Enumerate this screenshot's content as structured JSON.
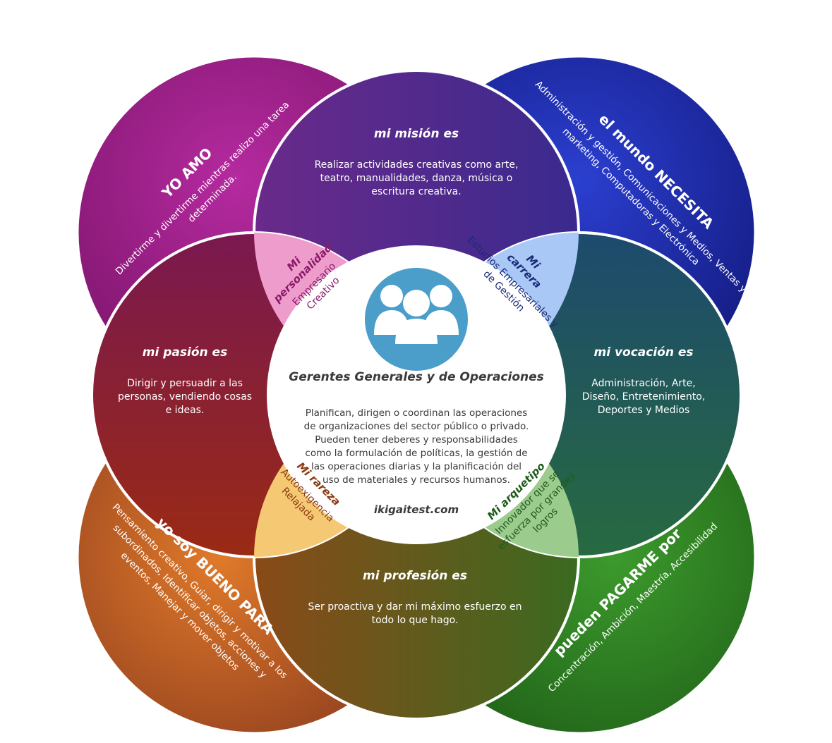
{
  "center": {
    "title": "Gerentes Generales y de Operaciones",
    "description": [
      "Planifican, dirigen o coordinan las operaciones",
      "de organizaciones del sector público o privado.",
      "Pueden tener deberes y responsabilidades",
      "como la formulación de políticas, la gestión de",
      "las operaciones diarias y la planificación del",
      "uso de materiales y recursos humanos."
    ],
    "site": "ikigaitest.com",
    "icon": "people-group-icon"
  },
  "circles": {
    "love": {
      "title": "YO AMO",
      "text": [
        "Divertirme y divertirme mientras realizo una tarea",
        "determinada."
      ],
      "color": "#9a1f8a"
    },
    "world": {
      "title": "el mundo NECESITA",
      "text": [
        "Administración y gestión, Comunicaciones y Medios, Ventas y",
        "marketing, Computadoras y Electrónica"
      ],
      "color": "#2a2db5"
    },
    "good": {
      "title": "yo soy BUENO PARA",
      "text": [
        "Pensamiento creativo, Guiar, dirigir y motivar a los",
        "subordinados, Identificar objetos, acciones y",
        "eventos, Manejar y mover objetos"
      ],
      "color": "#c85a22"
    },
    "paid": {
      "title": "pueden PAGARME por",
      "text": [
        "Concentración, Ambición, Maestría, Accesibilidad"
      ],
      "color": "#2d7a24"
    }
  },
  "zones": {
    "mision": {
      "title": "mi misión es",
      "text": [
        "Realizar actividades creativas como arte,",
        "teatro, manualidades, danza, música o",
        "escritura creativa."
      ]
    },
    "pasion": {
      "title": "mi pasión es",
      "text": [
        "Dirigir y persuadir a las",
        "personas, vendiendo cosas",
        "e ideas."
      ]
    },
    "vocacion": {
      "title": "mi vocación es",
      "text": [
        "Administración, Arte,",
        "Diseño, Entretenimiento,",
        "Deportes y Medios"
      ]
    },
    "profesion": {
      "title": "mi profesión es",
      "text": [
        "Ser proactiva y dar mi máximo esfuerzo en",
        "todo lo que hago."
      ]
    }
  },
  "petals": {
    "personalidad": {
      "title": [
        "Mi",
        "personalidad"
      ],
      "text": [
        "Empresario",
        "Creativo"
      ],
      "color": "#ee9ccb"
    },
    "carrera": {
      "title": [
        "Mi",
        "carrera"
      ],
      "text": [
        "Estudios Empresariales y",
        "de Gestión"
      ],
      "color": "#a9c8f5"
    },
    "rareza": {
      "title": [
        "Mi rareza"
      ],
      "text": [
        "Autoexigencia",
        "Relajada"
      ],
      "color": "#f5c873"
    },
    "arquetipo": {
      "title": [
        "Mi arquetipo"
      ],
      "text": [
        "Innovador que se",
        "esfuerza por grandes",
        "logros"
      ],
      "color": "#9ccb8e"
    }
  }
}
